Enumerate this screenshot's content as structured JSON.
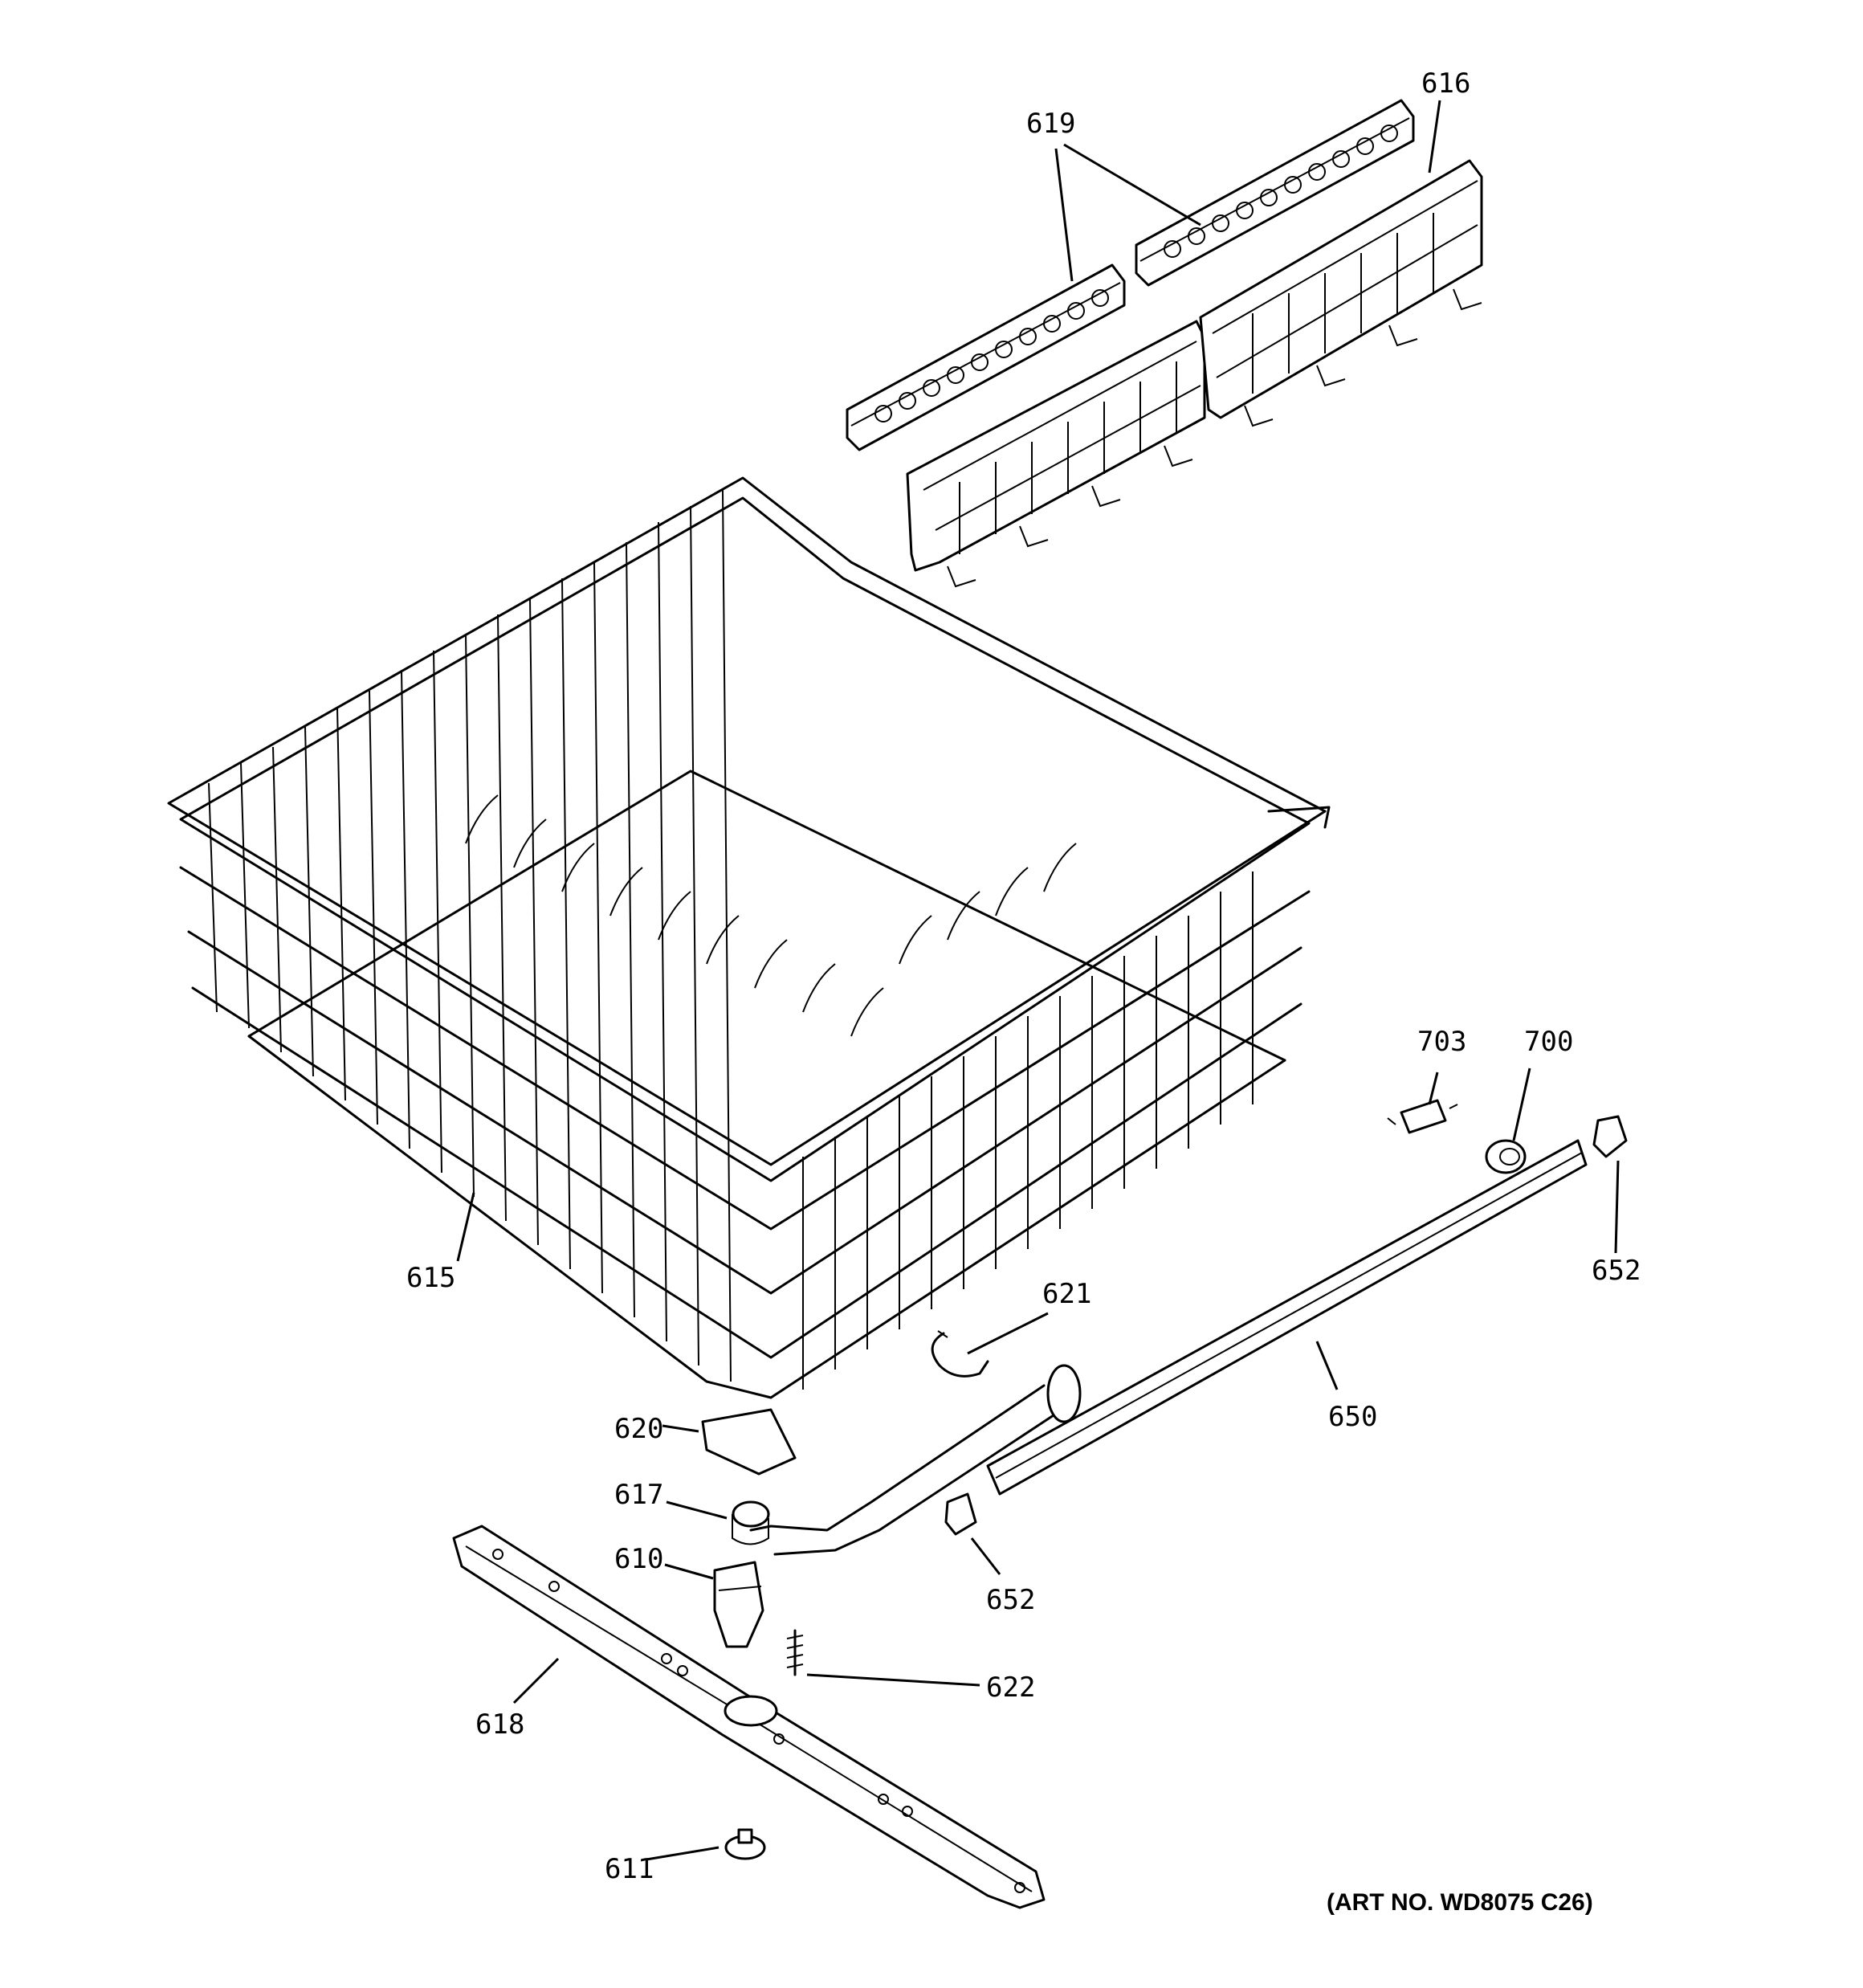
{
  "diagram": {
    "art_number": "(ART NO. WD8075 C26)",
    "callouts": [
      {
        "id": "619",
        "label": "619"
      },
      {
        "id": "616",
        "label": "616"
      },
      {
        "id": "615",
        "label": "615"
      },
      {
        "id": "703",
        "label": "703"
      },
      {
        "id": "700",
        "label": "700"
      },
      {
        "id": "652a",
        "label": "652"
      },
      {
        "id": "621",
        "label": "621"
      },
      {
        "id": "650",
        "label": "650"
      },
      {
        "id": "620",
        "label": "620"
      },
      {
        "id": "617",
        "label": "617"
      },
      {
        "id": "652b",
        "label": "652"
      },
      {
        "id": "610",
        "label": "610"
      },
      {
        "id": "622",
        "label": "622"
      },
      {
        "id": "618",
        "label": "618"
      },
      {
        "id": "611",
        "label": "611"
      }
    ]
  }
}
